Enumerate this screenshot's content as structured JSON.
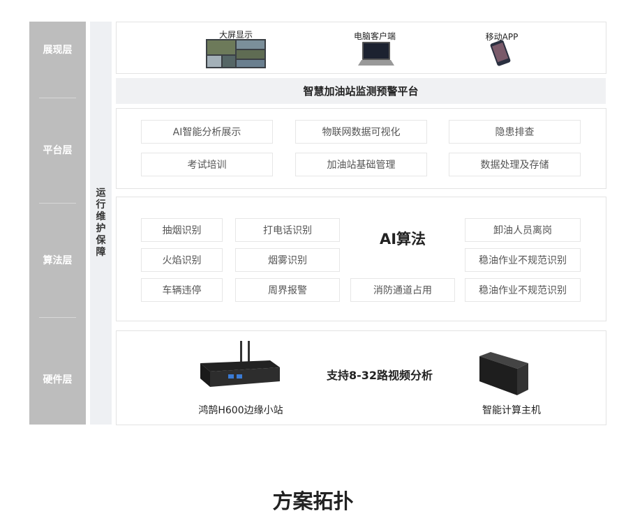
{
  "layers": [
    "展现层",
    "平台层",
    "算法层",
    "硬件层"
  ],
  "ops_label": "运行维护保障",
  "display": [
    "大屏显示",
    "电脑客户端",
    "移动APP"
  ],
  "platform_title": "智慧加油站监测预警平台",
  "platform_items": [
    "AI智能分析展示",
    "物联网数据可视化",
    "隐患排查",
    "考试培训",
    "加油站基础管理",
    "数据处理及存储"
  ],
  "algo_title": "AI算法",
  "algo_items": [
    "抽烟识别",
    "打电话识别",
    "卸油人员离岗",
    "火焰识别",
    "烟雾识别",
    "稳油作业不规范识别",
    "车辆违停",
    "周界报警",
    "消防通道占用",
    "稳油作业不规范识别"
  ],
  "hardware": {
    "edge": "鸿鹄H600边缘小站",
    "support": "支持8-32路视频分析",
    "host": "智能计算主机"
  },
  "footer_title": "方案拓扑"
}
